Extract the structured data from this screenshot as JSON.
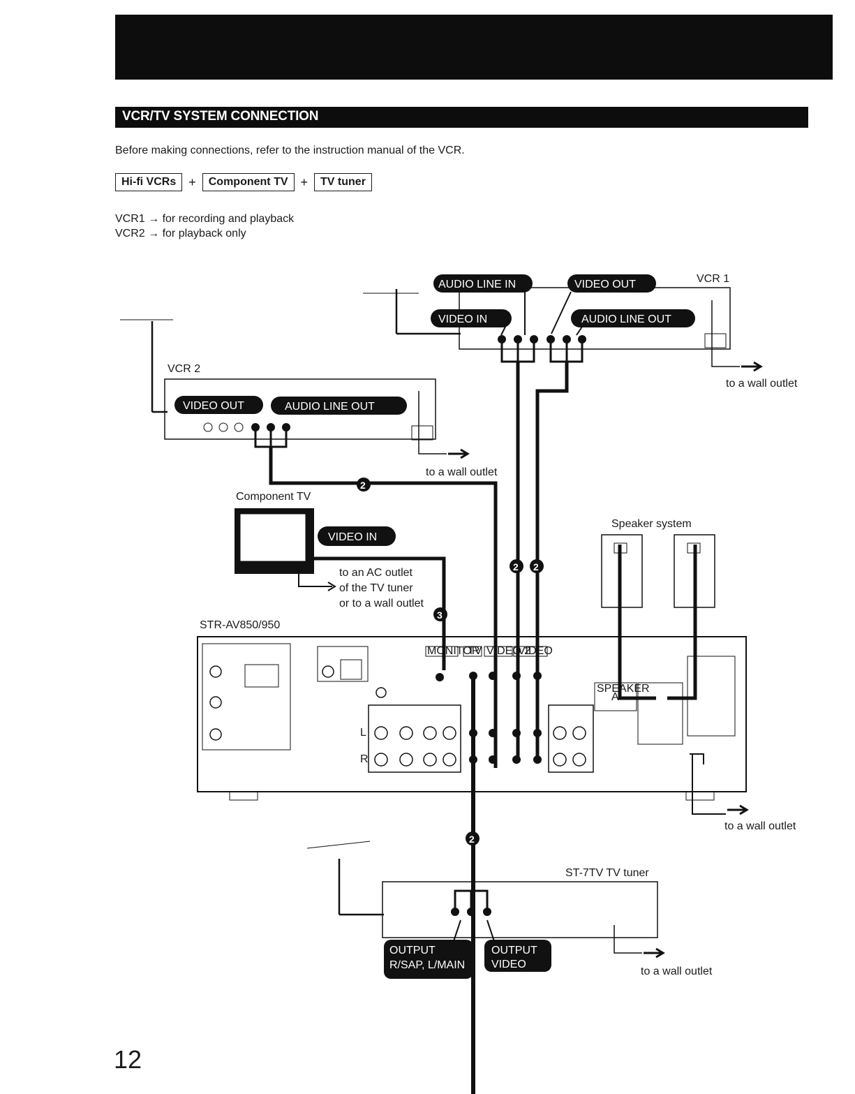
{
  "section_title": "VCR/TV SYSTEM CONNECTION",
  "intro_text": "Before making connections, refer to the instruction manual of the VCR.",
  "components": [
    "Hi-fi VCRs",
    "Component TV",
    "TV tuner"
  ],
  "plus": "+",
  "notes": [
    "VCR1 → for recording and playback",
    "VCR2 → for playback only"
  ],
  "diagram": {
    "vcr1_label": "VCR 1",
    "vcr2_label": "VCR 2",
    "component_tv_label": "Component TV",
    "speaker_label": "Speaker system",
    "receiver_label": "STR-AV850/950",
    "tuner_label": "ST-7TV  TV tuner",
    "wall_outlet": "to a wall outlet",
    "ac_outlet_lines": [
      "to an AC outlet",
      "of the TV tuner",
      "or to a wall outlet"
    ],
    "vcr1_tags": [
      "AUDIO LINE IN",
      "VIDEO OUT",
      "VIDEO IN",
      "AUDIO LINE OUT"
    ],
    "vcr2_tags": [
      "VIDEO OUT",
      "AUDIO LINE OUT"
    ],
    "tv_tag": "VIDEO IN",
    "tuner_tags": [
      [
        "OUTPUT",
        "R/SAP, L/MAIN"
      ],
      [
        "OUTPUT",
        "VIDEO"
      ]
    ],
    "receiver_jacks": [
      "MONITOR",
      "TV",
      "VIDEO 2",
      "VIDEO"
    ],
    "speakers_tag": "SPEAKER",
    "speakers_a": "A",
    "channel_l": "L",
    "channel_r": "R",
    "step_marks": [
      "2",
      "2",
      "2",
      "3",
      "2"
    ]
  },
  "page_number": "12"
}
